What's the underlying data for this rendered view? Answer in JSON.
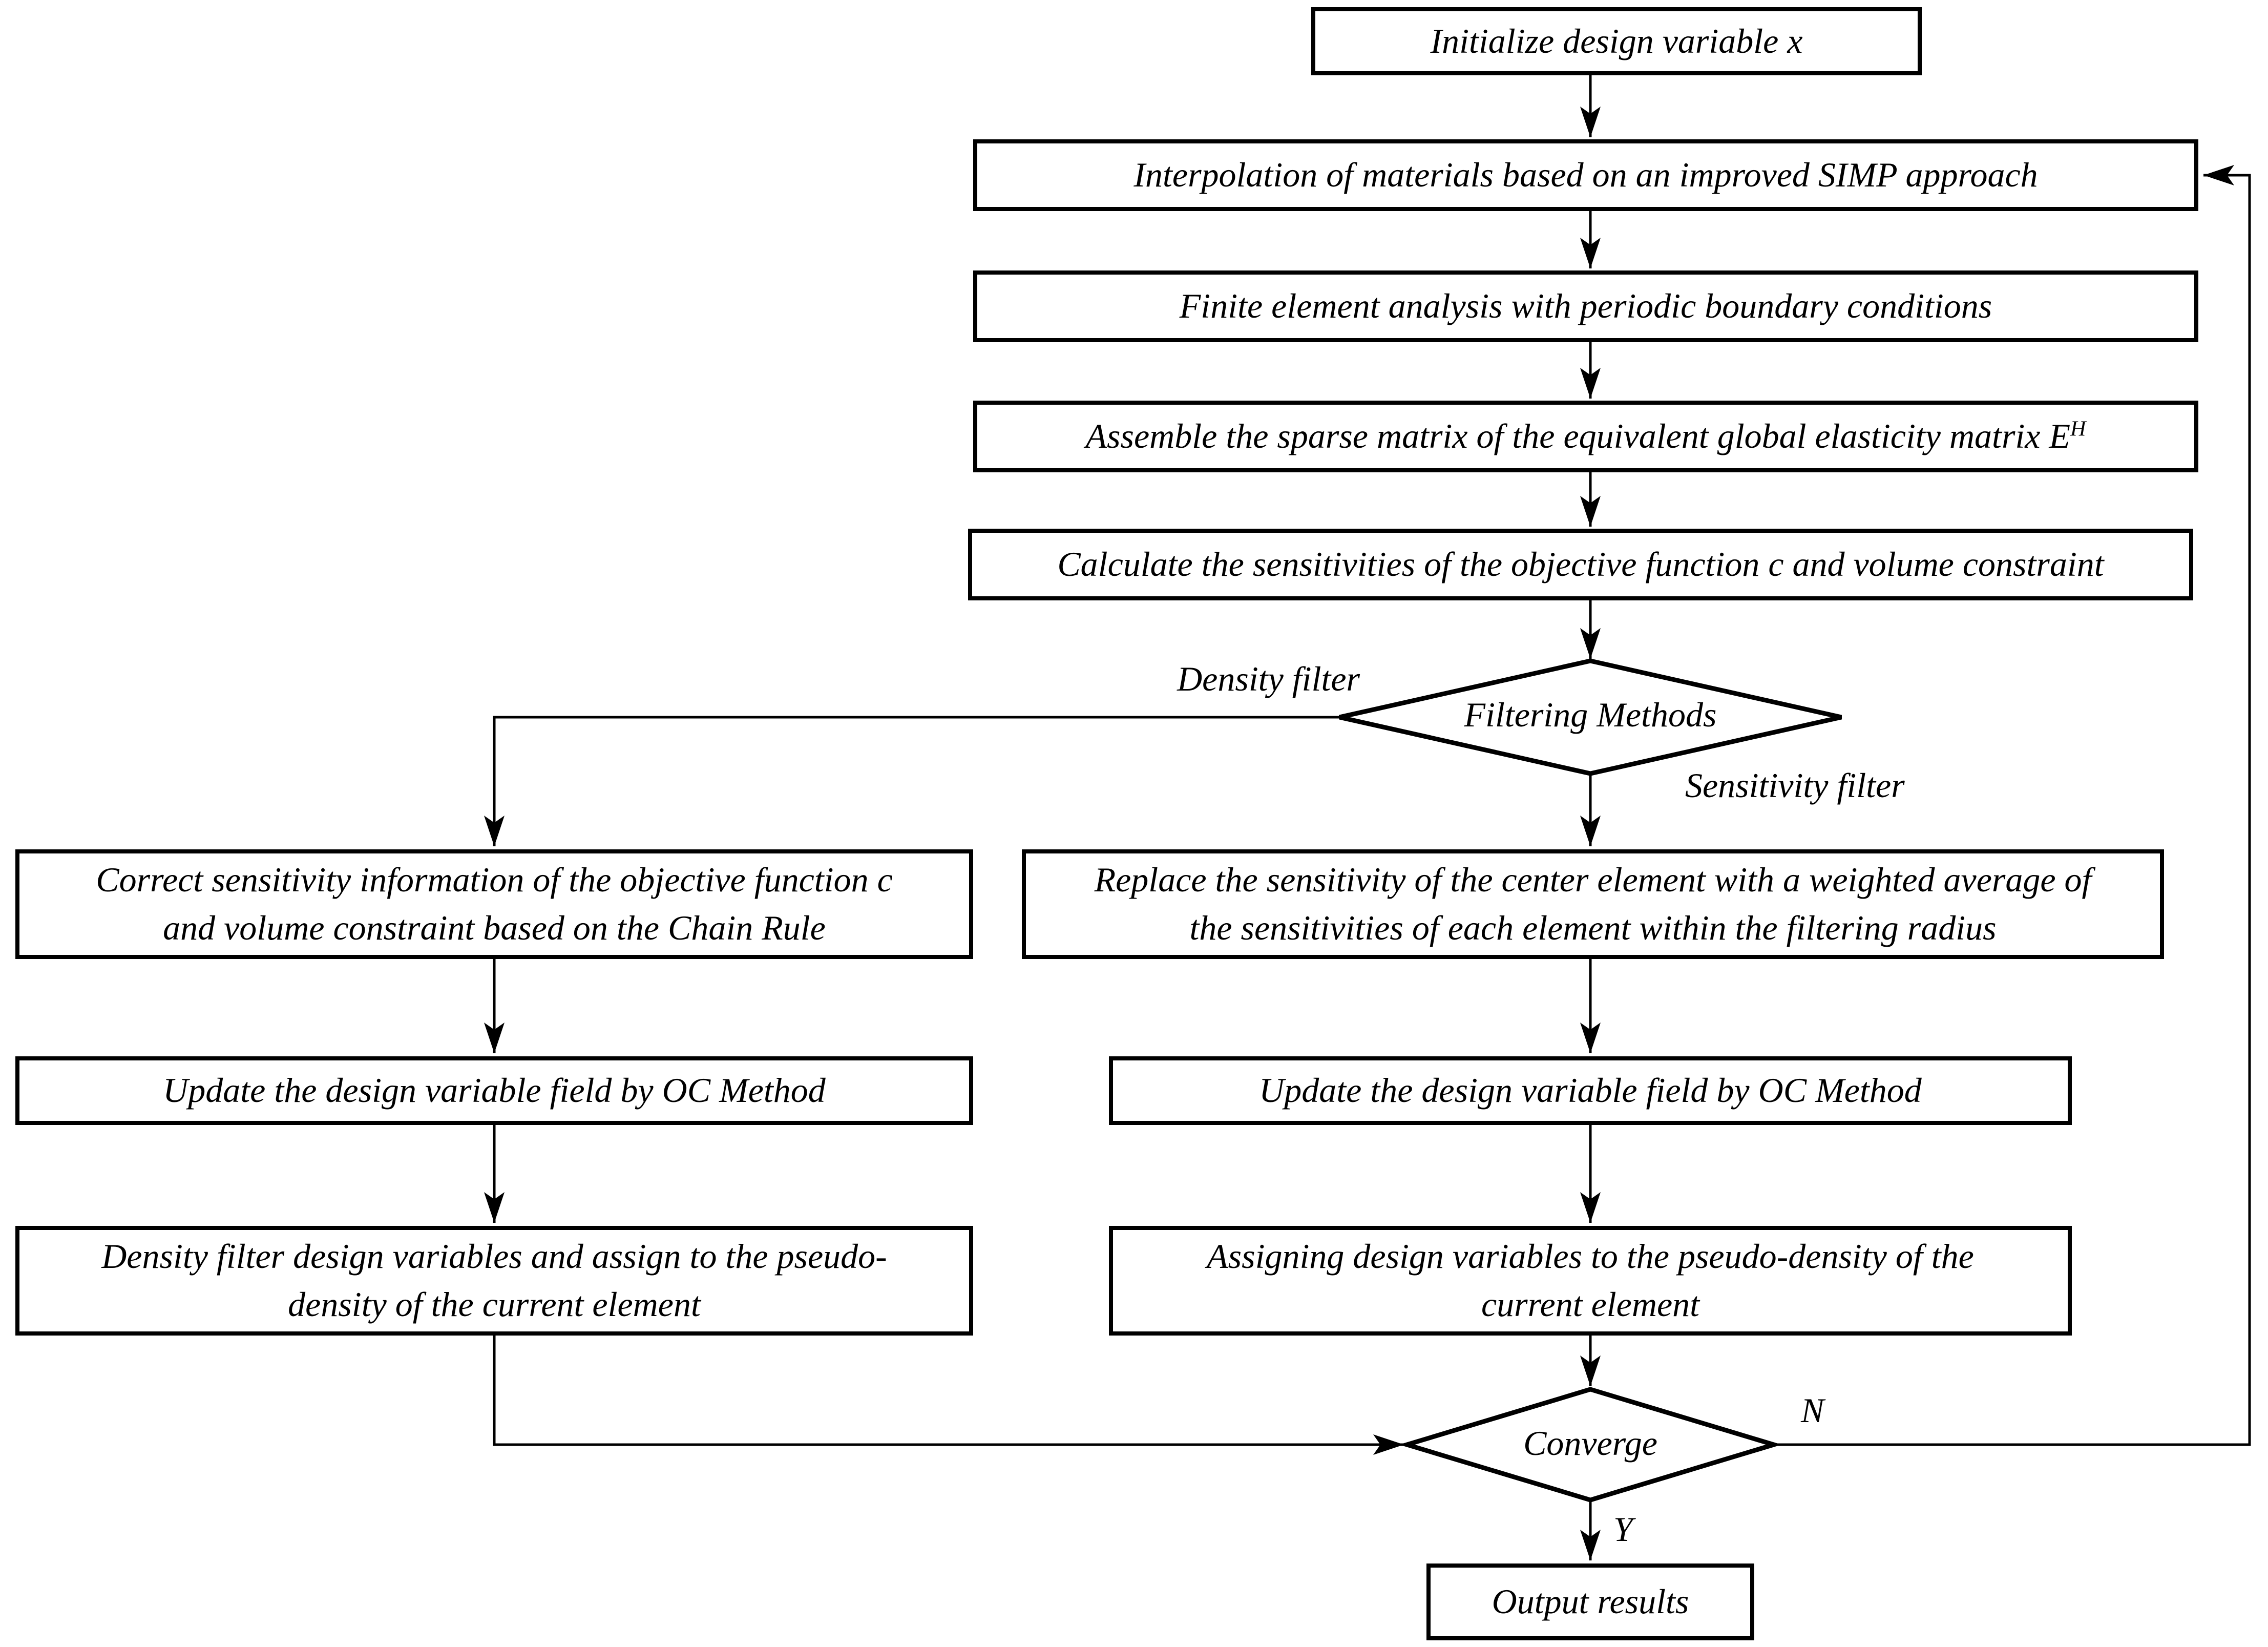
{
  "figure": {
    "background_color": "#ffffff",
    "line_color": "#000000",
    "nodes": {
      "initialize": {
        "label": "Initialize design variable x"
      },
      "interpolation": {
        "label": "Interpolation of materials based on an improved SIMP approach"
      },
      "fea": {
        "label": "Finite element analysis with periodic boundary conditions"
      },
      "assemble": {
        "label_main": "Assemble the sparse matrix of the equivalent global elasticity matrix E",
        "label_sup": "H"
      },
      "sensitivity_calc": {
        "label": "Calculate the sensitivities of the objective function c and volume constraint"
      },
      "filtering_decision": {
        "label": "Filtering Methods"
      },
      "correct_sensitivity": {
        "line1": "Correct sensitivity information of the objective function c",
        "line2": "and volume constraint based on the Chain Rule"
      },
      "replace_sensitivity": {
        "line1": "Replace the sensitivity of the center element with a weighted average of",
        "line2": "the sensitivities of each element within the filtering radius"
      },
      "update_oc_left": {
        "label": "Update the design variable field by OC Method"
      },
      "update_oc_right": {
        "label": "Update the design variable field by OC Method"
      },
      "density_assign": {
        "line1": "Density filter design variables and assign to the pseudo-",
        "line2": "density of the current element"
      },
      "direct_assign": {
        "line1": "Assigning design variables to the pseudo-density of the",
        "line2": "current element"
      },
      "converge_decision": {
        "label": "Converge"
      },
      "output": {
        "label": "Output results"
      }
    },
    "edge_labels": {
      "density_branch": "Density filter",
      "sensitivity_branch": "Sensitivity filter",
      "converge_no": "N",
      "converge_yes": "Y"
    }
  }
}
